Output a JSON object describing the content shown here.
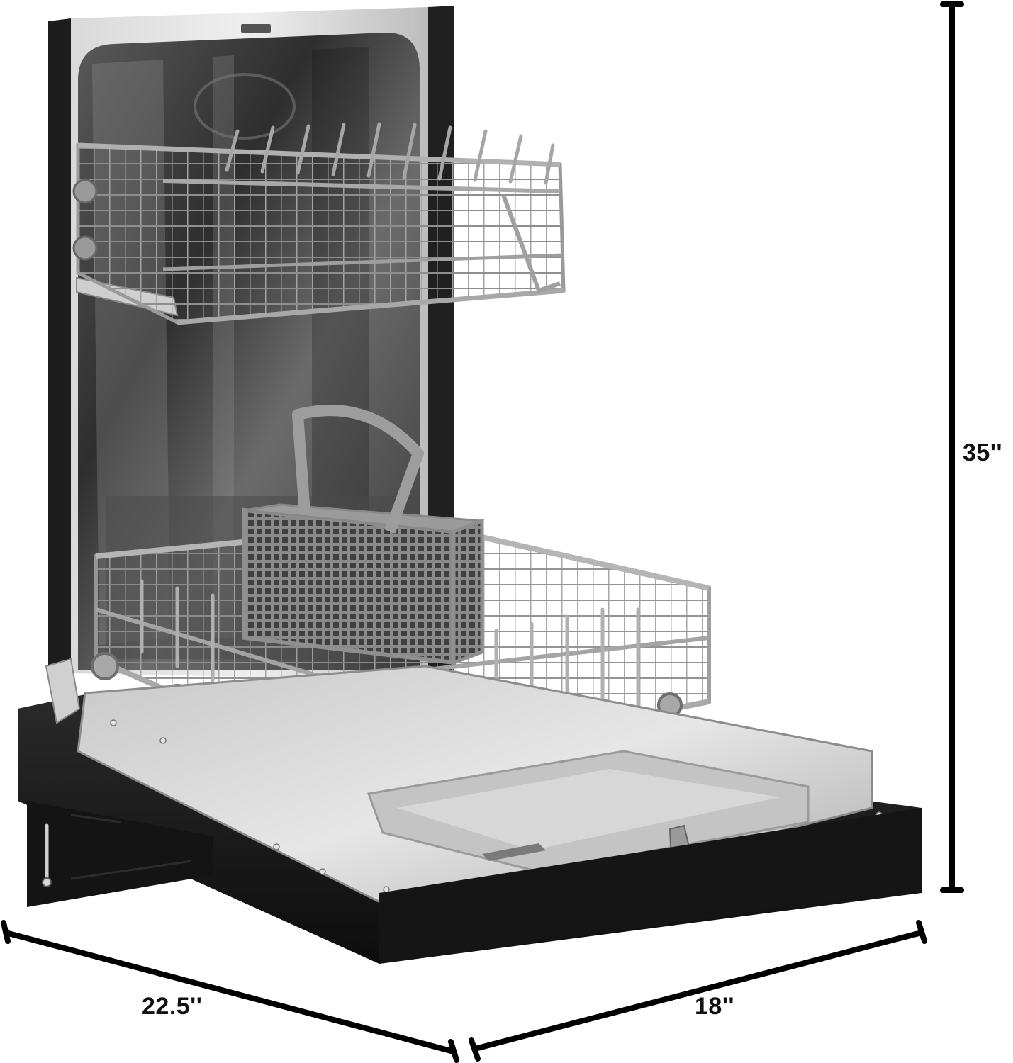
{
  "product": {
    "type": "dishwasher",
    "view": "door-open-three-quarter",
    "finish_colors": {
      "body_black": "#1a1a1a",
      "stainless": "#b9b9b9",
      "tub_dark": "#3c3c3c",
      "rack_gray": "#9a9a9a",
      "background": "#ffffff",
      "dimension_line": "#000000"
    },
    "components": [
      "tub",
      "upper-rack",
      "lower-rack",
      "cutlery-basket",
      "open-door",
      "door-hinge",
      "toe-kick-bracket",
      "door-latch"
    ]
  },
  "dimensions": {
    "height": {
      "label": "35''",
      "value": 35,
      "unit": "in"
    },
    "depth": {
      "label": "22.5''",
      "value": 22.5,
      "unit": "in"
    },
    "width": {
      "label": "18''",
      "value": 18,
      "unit": "in"
    }
  }
}
